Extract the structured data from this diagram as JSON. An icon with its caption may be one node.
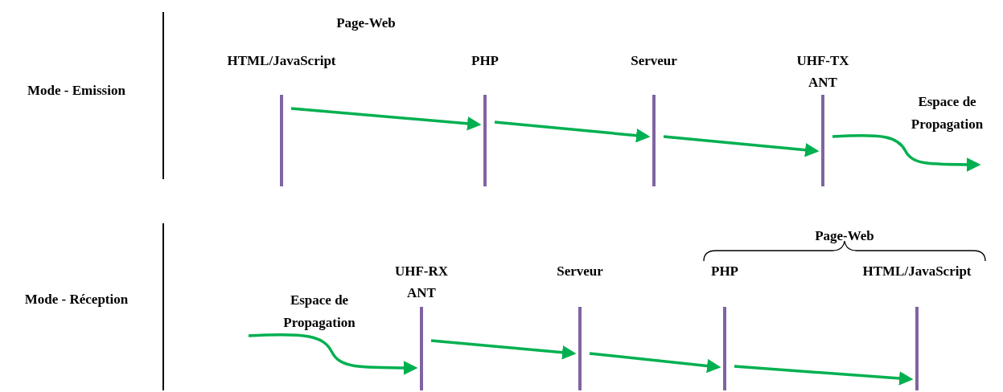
{
  "diagram": {
    "nodes": [
      {
        "text": [
          "HTML/JavaScript"
        ]
      },
      {
        "text": [
          "PHP"
        ]
      },
      {
        "text": [
          "Serveur"
        ]
      },
      {
        "text": [
          "UHF-TX ANT"
        ]
      },
      {
        "text": [
          "Espace de Propagation"
        ]
      },
      {
        "text": [
          "Espace de Propagation"
        ]
      },
      {
        "text": [
          "UHF-RX ANT"
        ]
      },
      {
        "text": [
          "Serveur"
        ]
      },
      {
        "text": [
          "PHP"
        ]
      },
      {
        "text": [
          "HTML/JavaScript"
        ]
      }
    ],
    "edges": [
      {
        "from": 0,
        "to": 1,
        "arrow": "to"
      },
      {
        "from": 1,
        "to": 2,
        "arrow": "to"
      },
      {
        "from": 2,
        "to": 3,
        "arrow": "to"
      },
      {
        "from": 3,
        "to": 4,
        "arrow": "to"
      },
      {
        "from": 5,
        "to": 6,
        "arrow": "to"
      },
      {
        "from": 6,
        "to": 7,
        "arrow": "to"
      },
      {
        "from": 7,
        "to": 8,
        "arrow": "to"
      },
      {
        "from": 8,
        "to": 9,
        "arrow": "to"
      }
    ],
    "labels": [
      "Page-Web",
      "Mode - Emission",
      "Mode - Réception",
      "Page-Web"
    ]
  }
}
